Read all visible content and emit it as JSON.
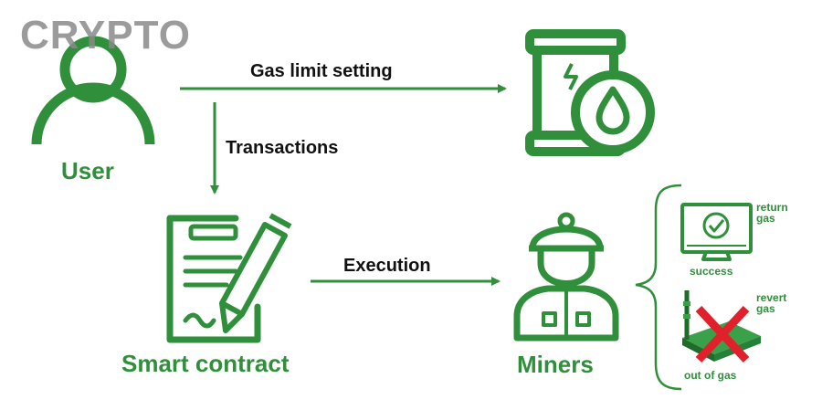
{
  "watermark": "CRYPTO",
  "nodes": {
    "user": "User",
    "smart_contract": "Smart contract",
    "miners": "Miners"
  },
  "edges": {
    "gas_limit": "Gas limit setting",
    "transactions": "Transactions",
    "execution": "Execution"
  },
  "outcomes": {
    "success_label": "success",
    "success_action": "return gas",
    "fail_label": "out of gas",
    "fail_action": "revert gas"
  },
  "colors": {
    "accent": "#2f8f3a",
    "text": "#111111",
    "error": "#e0202a",
    "watermark": "#8a8a8a"
  },
  "icons": [
    "user-icon",
    "gas-barrel-icon",
    "contract-document-icon",
    "pen-icon",
    "miner-icon",
    "monitor-check-icon",
    "router-device-icon",
    "red-x-icon"
  ]
}
